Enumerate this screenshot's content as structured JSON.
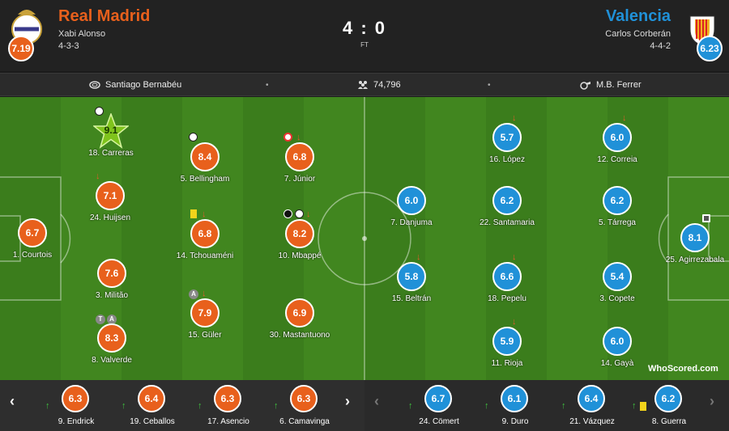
{
  "home": {
    "name": "Real Madrid",
    "coach": "Xabi Alonso",
    "formation": "4-3-3",
    "rating": "7.19",
    "color": "#e8601c"
  },
  "away": {
    "name": "Valencia",
    "coach": "Carlos Corberán",
    "formation": "4-4-2",
    "rating": "6.23",
    "color": "#2091d8"
  },
  "score": "4 : 0",
  "status": "FT",
  "info": {
    "stadium": "Santiago Bernabéu",
    "attendance": "74,796",
    "referee": "M.B. Ferrer"
  },
  "home_players": [
    {
      "name": "18. Carreras",
      "rating": "9.1",
      "star": true,
      "events": [
        "goal"
      ]
    },
    {
      "name": "5. Bellingham",
      "rating": "8.4",
      "events": [
        "goal"
      ]
    },
    {
      "name": "7. Júnior",
      "rating": "6.8",
      "events": [
        "missed-penalty",
        "sub-off"
      ]
    },
    {
      "name": "24. Huijsen",
      "rating": "7.1",
      "events": [
        "sub-off"
      ]
    },
    {
      "name": "1. Courtois",
      "rating": "6.7",
      "events": []
    },
    {
      "name": "14. Tchouaméni",
      "rating": "6.8",
      "events": [
        "yellow-card",
        "sub-off"
      ]
    },
    {
      "name": "10. Mbappé",
      "rating": "8.2",
      "events": [
        "penalty-goal",
        "goal",
        "sub-off"
      ]
    },
    {
      "name": "3. Militão",
      "rating": "7.6",
      "events": []
    },
    {
      "name": "15. Güler",
      "rating": "7.9",
      "events": [
        "assist",
        "sub-off"
      ],
      "event_labels": [
        "A"
      ]
    },
    {
      "name": "30. Mastantuono",
      "rating": "6.9",
      "events": []
    },
    {
      "name": "8. Valverde",
      "rating": "8.3",
      "events": [
        "assist",
        "assist"
      ],
      "event_labels": [
        "T",
        "A"
      ]
    }
  ],
  "away_players": [
    {
      "name": "16. López",
      "rating": "5.7",
      "events": [
        "sub-off"
      ]
    },
    {
      "name": "12. Correia",
      "rating": "6.0",
      "events": [
        "sub-off"
      ]
    },
    {
      "name": "7. Danjuma",
      "rating": "6.0",
      "events": []
    },
    {
      "name": "22. Santamaria",
      "rating": "6.2",
      "events": []
    },
    {
      "name": "5. Tárrega",
      "rating": "6.2",
      "events": []
    },
    {
      "name": "25. Agirrezabala",
      "rating": "8.1",
      "events": [
        "gloves"
      ]
    },
    {
      "name": "15. Beltrán",
      "rating": "5.8",
      "events": [
        "sub-off"
      ]
    },
    {
      "name": "18. Pepelu",
      "rating": "6.6",
      "events": [
        "sub-off"
      ]
    },
    {
      "name": "3. Copete",
      "rating": "5.4",
      "events": []
    },
    {
      "name": "11. Rioja",
      "rating": "5.9",
      "events": [
        "sub-off"
      ]
    },
    {
      "name": "14. Gayà",
      "rating": "6.0",
      "events": []
    }
  ],
  "home_subs": [
    {
      "name": "9. Endrick",
      "rating": "6.3"
    },
    {
      "name": "19. Ceballos",
      "rating": "6.4"
    },
    {
      "name": "17. Asencio",
      "rating": "6.3"
    },
    {
      "name": "6. Camavinga",
      "rating": "6.3"
    }
  ],
  "away_subs": [
    {
      "name": "24. Cömert",
      "rating": "6.7"
    },
    {
      "name": "9. Duro",
      "rating": "6.1"
    },
    {
      "name": "21. Vázquez",
      "rating": "6.4"
    },
    {
      "name": "8. Guerra",
      "rating": "6.2",
      "yellow": true
    }
  ],
  "icons": {
    "prev": "‹",
    "next": "›",
    "sub_on": "↑",
    "sub_off": "↓"
  },
  "watermark": {
    "brand": "WhoScored",
    "suffix": ".com"
  }
}
